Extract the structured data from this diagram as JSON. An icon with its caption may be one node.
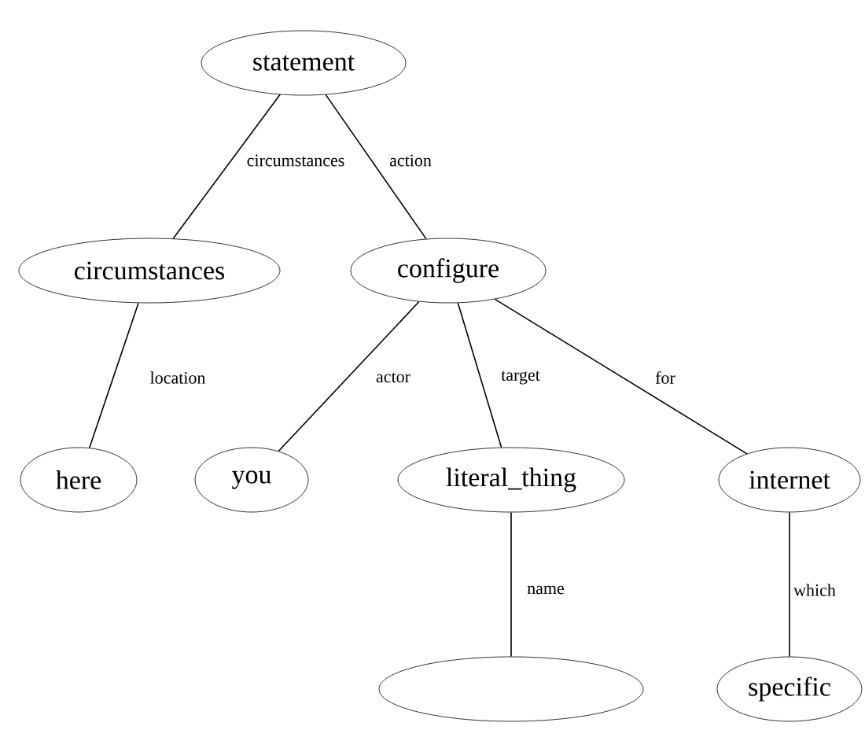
{
  "diagram": {
    "nodes": [
      {
        "text": [
          "statement"
        ]
      },
      {
        "text": [
          "circumstances"
        ]
      },
      {
        "text": [
          "configure"
        ]
      },
      {
        "text": [
          "here"
        ]
      },
      {
        "text": [
          "you"
        ]
      },
      {
        "text": [
          "literal_thing"
        ]
      },
      {
        "text": [
          "internet"
        ]
      },
      {
        "text": [],
        "shape": "ellipse"
      },
      {
        "text": [
          "specific"
        ]
      }
    ],
    "edges": [
      {
        "from": 0,
        "to": 1,
        "arrow": "none",
        "label": "circumstances"
      },
      {
        "from": 0,
        "to": 2,
        "arrow": "none",
        "label": "action"
      },
      {
        "from": 1,
        "to": 3,
        "arrow": "none",
        "label": "location"
      },
      {
        "from": 2,
        "to": 4,
        "arrow": "none",
        "label": "actor"
      },
      {
        "from": 2,
        "to": 5,
        "arrow": "none",
        "label": "target"
      },
      {
        "from": 2,
        "to": 6,
        "arrow": "none",
        "label": "for"
      },
      {
        "from": 5,
        "to": 7,
        "arrow": "none",
        "label": "name"
      },
      {
        "from": 6,
        "to": 8,
        "arrow": "none",
        "label": "which"
      }
    ]
  }
}
